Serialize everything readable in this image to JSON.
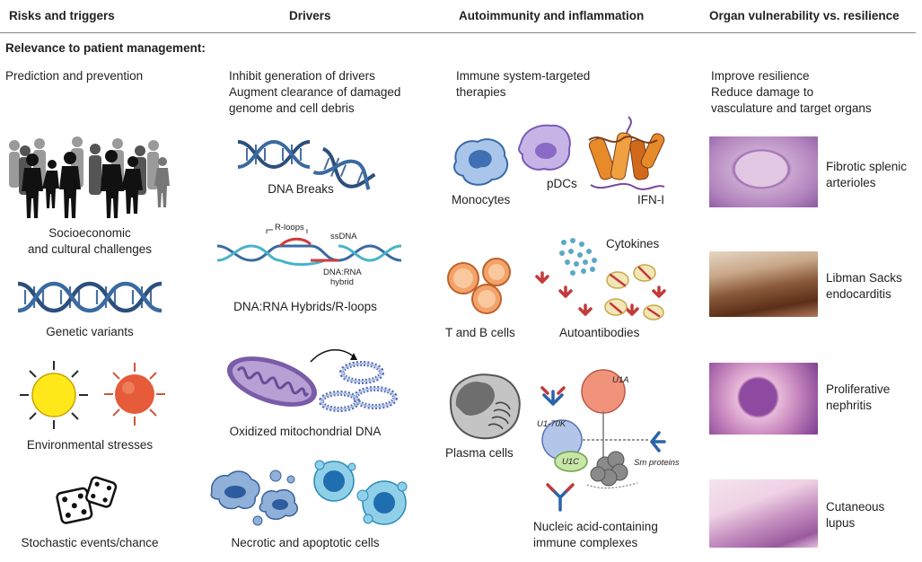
{
  "headers": {
    "col1": "Risks and triggers",
    "col2": "Drivers",
    "col3": "Autoimmunity and inflammation",
    "col4": "Organ vulnerability vs. resilience"
  },
  "subtitle": "Relevance to patient management:",
  "management": {
    "col1": [
      "Prediction and prevention"
    ],
    "col2": [
      "Inhibit generation of drivers",
      "Augment clearance of damaged",
      "genome and cell debris"
    ],
    "col3": [
      "Immune system-targeted",
      "therapies"
    ],
    "col4": [
      "Improve resilience",
      "Reduce damage to",
      "vasculature and target organs"
    ]
  },
  "risks": [
    {
      "label_lines": [
        "Socioeconomic",
        "and cultural challenges"
      ],
      "icon": "crowd-icon"
    },
    {
      "label_lines": [
        "Genetic variants"
      ],
      "icon": "dna-helix-icon"
    },
    {
      "label_lines": [
        "Environmental stresses"
      ],
      "icon": "sun-and-virus-icon"
    },
    {
      "label_lines": [
        "Stochastic events/chance"
      ],
      "icon": "dice-icon"
    }
  ],
  "drivers": [
    {
      "label": "DNA Breaks",
      "icon": "broken-dna-icon"
    },
    {
      "label": "DNA:RNA Hybrids/R-loops",
      "icon": "r-loop-icon",
      "annotations": {
        "rloops": "R-loops",
        "ssdna": "ssDNA",
        "hybrid1": "DNA:RNA",
        "hybrid2": "hybrid"
      }
    },
    {
      "label": "Oxidized mitochondrial DNA",
      "icon": "mitochondrion-icon"
    },
    {
      "label": "Necrotic and apoptotic cells",
      "icon": "apoptotic-cells-icon"
    }
  ],
  "immune": {
    "monocytes": "Monocytes",
    "pdcs": "pDCs",
    "ifn": "IFN-I",
    "cytokines": "Cytokines",
    "tb_cells": "T and B cells",
    "autoantibodies": "Autoantibodies",
    "plasma_cells": "Plasma cells",
    "complex_lines": [
      "Nucleic acid-containing",
      "immune complexes"
    ],
    "complex_tags": {
      "u1a": "U1A",
      "u170k": "U1-70K",
      "u1c": "U1C",
      "sm": "Sm proteins"
    }
  },
  "organs": [
    {
      "label_lines": [
        "Fibrotic splenic",
        "arterioles"
      ],
      "colors": [
        "#c9a6cf",
        "#8c5aa0"
      ]
    },
    {
      "label_lines": [
        "Libman Sacks",
        "endocarditis"
      ],
      "colors": [
        "#d7bfa7",
        "#6b3a22"
      ]
    },
    {
      "label_lines": [
        "Proliferative",
        "nephritis"
      ],
      "colors": [
        "#e7b9d8",
        "#7d3c8f"
      ]
    },
    {
      "label_lines": [
        "Cutaneous",
        "lupus"
      ],
      "colors": [
        "#efd2e4",
        "#9a5a9e"
      ]
    }
  ]
}
